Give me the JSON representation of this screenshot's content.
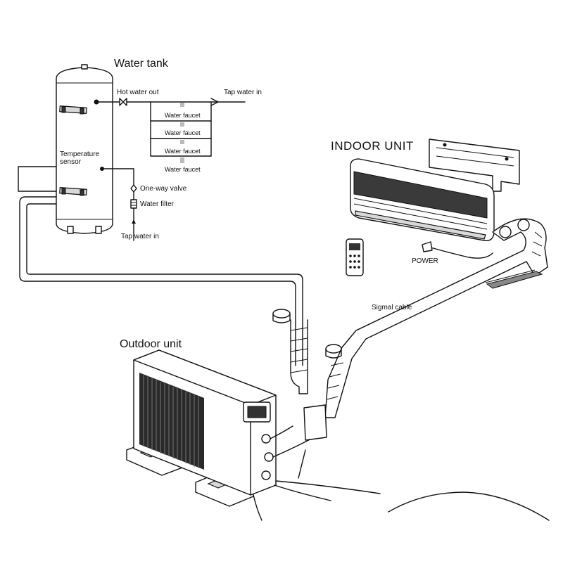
{
  "labels": {
    "water_tank": "Water tank",
    "hot_water_out": "Hot water out",
    "tap_water_in_top": "Tap water in",
    "water_faucet_1": "Water faucet",
    "water_faucet_2": "Water faucet",
    "water_faucet_3": "Water faucet",
    "water_faucet_4": "Water faucet",
    "temperature_sensor_line1": "Temperature",
    "temperature_sensor_line2": "sensor",
    "one_way_valve": "One-way valve",
    "water_filter": "Water filter",
    "tap_water_in_bottom": "Tap water in",
    "indoor_unit": "INDOOR UNIT",
    "power": "POWER",
    "signal_cable": "Sigmal cable",
    "outdoor_unit": "Outdoor unit"
  }
}
